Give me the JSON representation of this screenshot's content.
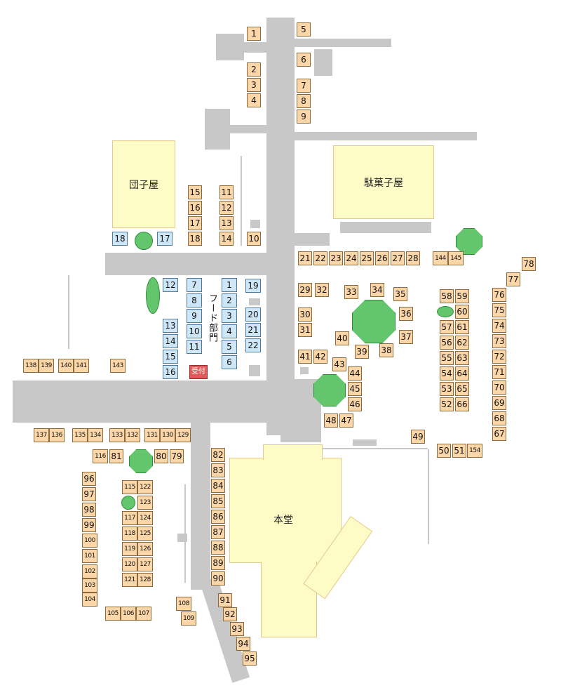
{
  "buildings": {
    "dango": "団子屋",
    "dagashi": "駄菓子屋",
    "hondo": "本堂"
  },
  "food_section": "フード部門",
  "reception": "受付",
  "stalls": {
    "orange": [
      "1",
      "2",
      "3",
      "4",
      "5",
      "6",
      "7",
      "8",
      "9",
      "10",
      "11",
      "12",
      "13",
      "14",
      "15",
      "16",
      "17",
      "18",
      "21",
      "22",
      "23",
      "24",
      "25",
      "26",
      "27",
      "28",
      "29",
      "30",
      "31",
      "32",
      "33",
      "34",
      "35",
      "36",
      "37",
      "38",
      "39",
      "40",
      "41",
      "42",
      "43",
      "44",
      "45",
      "46",
      "47",
      "48",
      "49",
      "50",
      "51",
      "52",
      "53",
      "54",
      "55",
      "56",
      "57",
      "58",
      "59",
      "60",
      "61",
      "62",
      "63",
      "64",
      "65",
      "66",
      "67",
      "68",
      "69",
      "70",
      "71",
      "72",
      "73",
      "74",
      "75",
      "76",
      "77",
      "78",
      "79",
      "80",
      "81",
      "82",
      "83",
      "84",
      "85",
      "86",
      "87",
      "88",
      "89",
      "90",
      "91",
      "92",
      "93",
      "94",
      "95",
      "96",
      "97",
      "98",
      "99",
      "100",
      "101",
      "102",
      "103",
      "104",
      "105",
      "106",
      "107",
      "108",
      "109",
      "115",
      "116",
      "117",
      "118",
      "119",
      "120",
      "121",
      "122",
      "123",
      "124",
      "125",
      "126",
      "127",
      "128",
      "129",
      "130",
      "131",
      "132",
      "133",
      "134",
      "135",
      "136",
      "137",
      "138",
      "139",
      "140",
      "141",
      "143",
      "144",
      "145",
      "154"
    ],
    "blue": [
      "1",
      "2",
      "3",
      "4",
      "5",
      "6",
      "7",
      "8",
      "9",
      "10",
      "11",
      "12",
      "13",
      "14",
      "15",
      "16",
      "17",
      "18",
      "19",
      "20",
      "21",
      "22"
    ]
  },
  "colors": {
    "road": "#c8c8c8",
    "building": "#fdfbc6",
    "stall_orange": "#fbd6a8",
    "stall_blue": "#cfe6f7",
    "tree": "#63c66c",
    "reception": "#e15a5a"
  }
}
